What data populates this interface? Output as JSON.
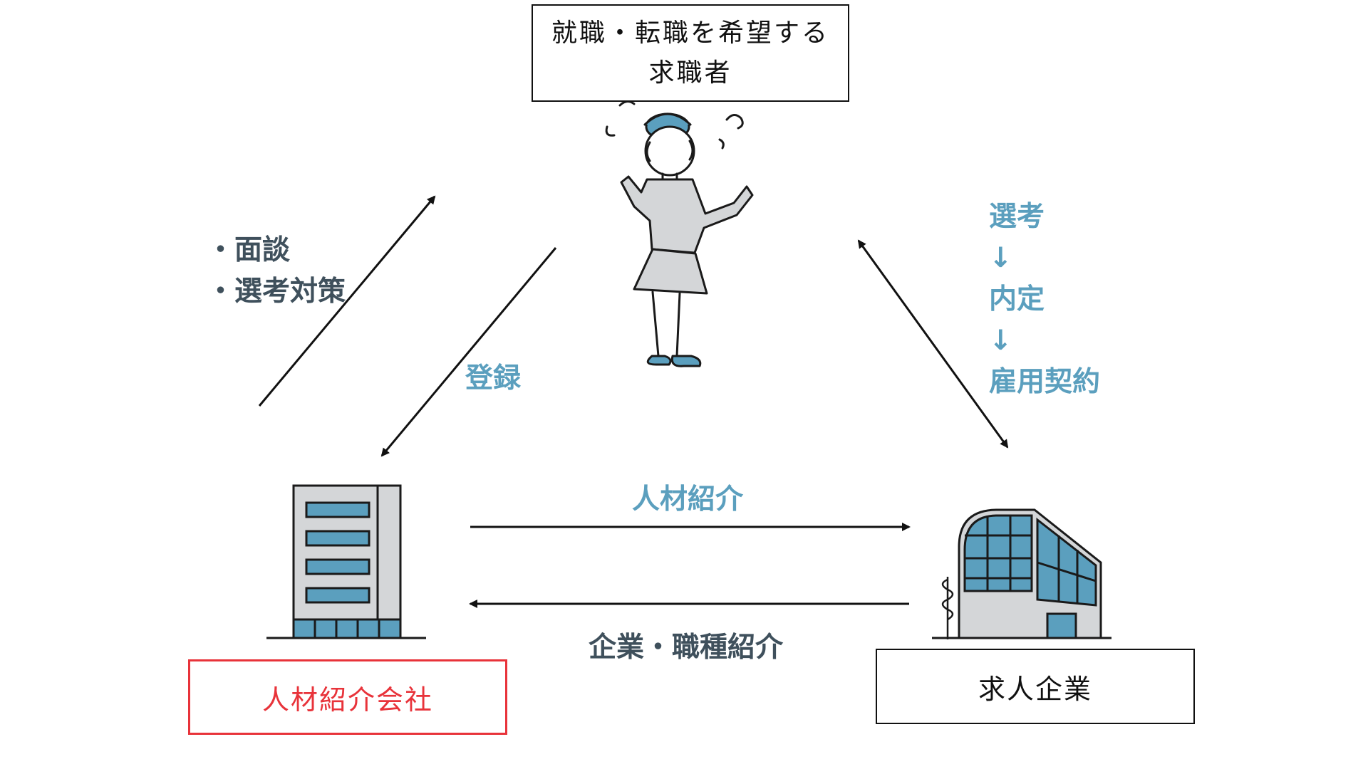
{
  "nodes": {
    "jobseeker": {
      "line1": "就職・転職を希望する",
      "line2": "求職者"
    },
    "agency": {
      "label": "人材紹介会社"
    },
    "company": {
      "label": "求人企業"
    }
  },
  "edges": {
    "interview": "・面談",
    "selection_prep": "・選考対策",
    "registration": "登録",
    "hr_introduction": "人材紹介",
    "job_introduction": "企業・職種紹介",
    "hiring_flow": [
      "選考",
      "↓",
      "内定",
      "↓",
      "雇用契約"
    ]
  },
  "colors": {
    "accent_blue": "#5b9fbe",
    "text_dark": "#3f505c",
    "agency_red": "#e8333a",
    "line": "#111111",
    "building_gray": "#d4d6d8"
  },
  "icons": [
    "person-thinking-icon",
    "agency-building-icon",
    "company-building-icon"
  ]
}
